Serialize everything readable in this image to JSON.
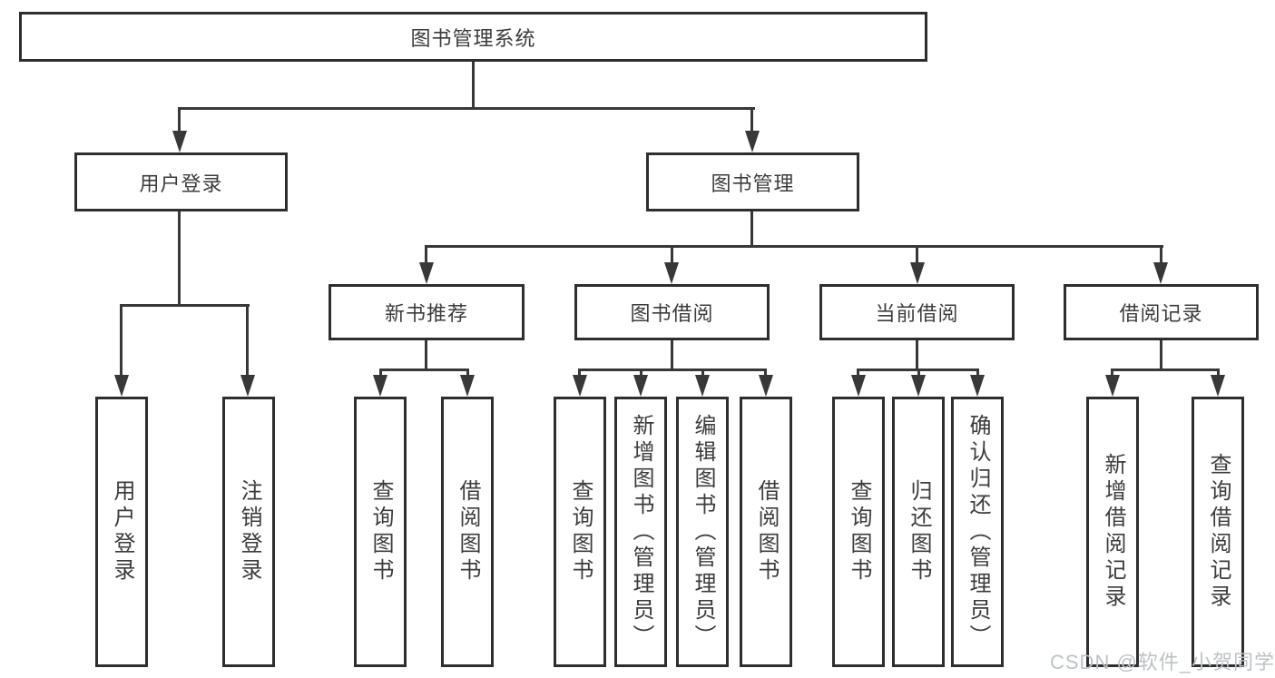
{
  "diagram_title": "图书管理系统",
  "colors": {
    "background": "#ffffff",
    "box_border": "#2e2e2e",
    "connector_line": "#383838",
    "text": "#3c3c3c",
    "watermark": "#bdc1c6"
  },
  "root": {
    "label": "图书管理系统"
  },
  "branches": [
    {
      "label": "用户登录",
      "children": [
        {
          "label": "用户登录"
        },
        {
          "label": "注销登录"
        }
      ]
    },
    {
      "label": "图书管理",
      "children": [
        {
          "label": "新书推荐",
          "children": [
            {
              "label": "查询图书"
            },
            {
              "label": "借阅图书"
            }
          ]
        },
        {
          "label": "图书借阅",
          "children": [
            {
              "label": "查询图书"
            },
            {
              "label": "新增图书（管理员）"
            },
            {
              "label": "编辑图书（管理员）"
            },
            {
              "label": "借阅图书"
            }
          ]
        },
        {
          "label": "当前借阅",
          "children": [
            {
              "label": "查询图书"
            },
            {
              "label": "归还图书"
            },
            {
              "label": "确认归还（管理员）"
            }
          ]
        },
        {
          "label": "借阅记录",
          "children": [
            {
              "label": "新增借阅记录"
            },
            {
              "label": "查询借阅记录"
            }
          ]
        }
      ]
    }
  ],
  "watermark": {
    "text": "CSDN @软件_小贺同学"
  }
}
